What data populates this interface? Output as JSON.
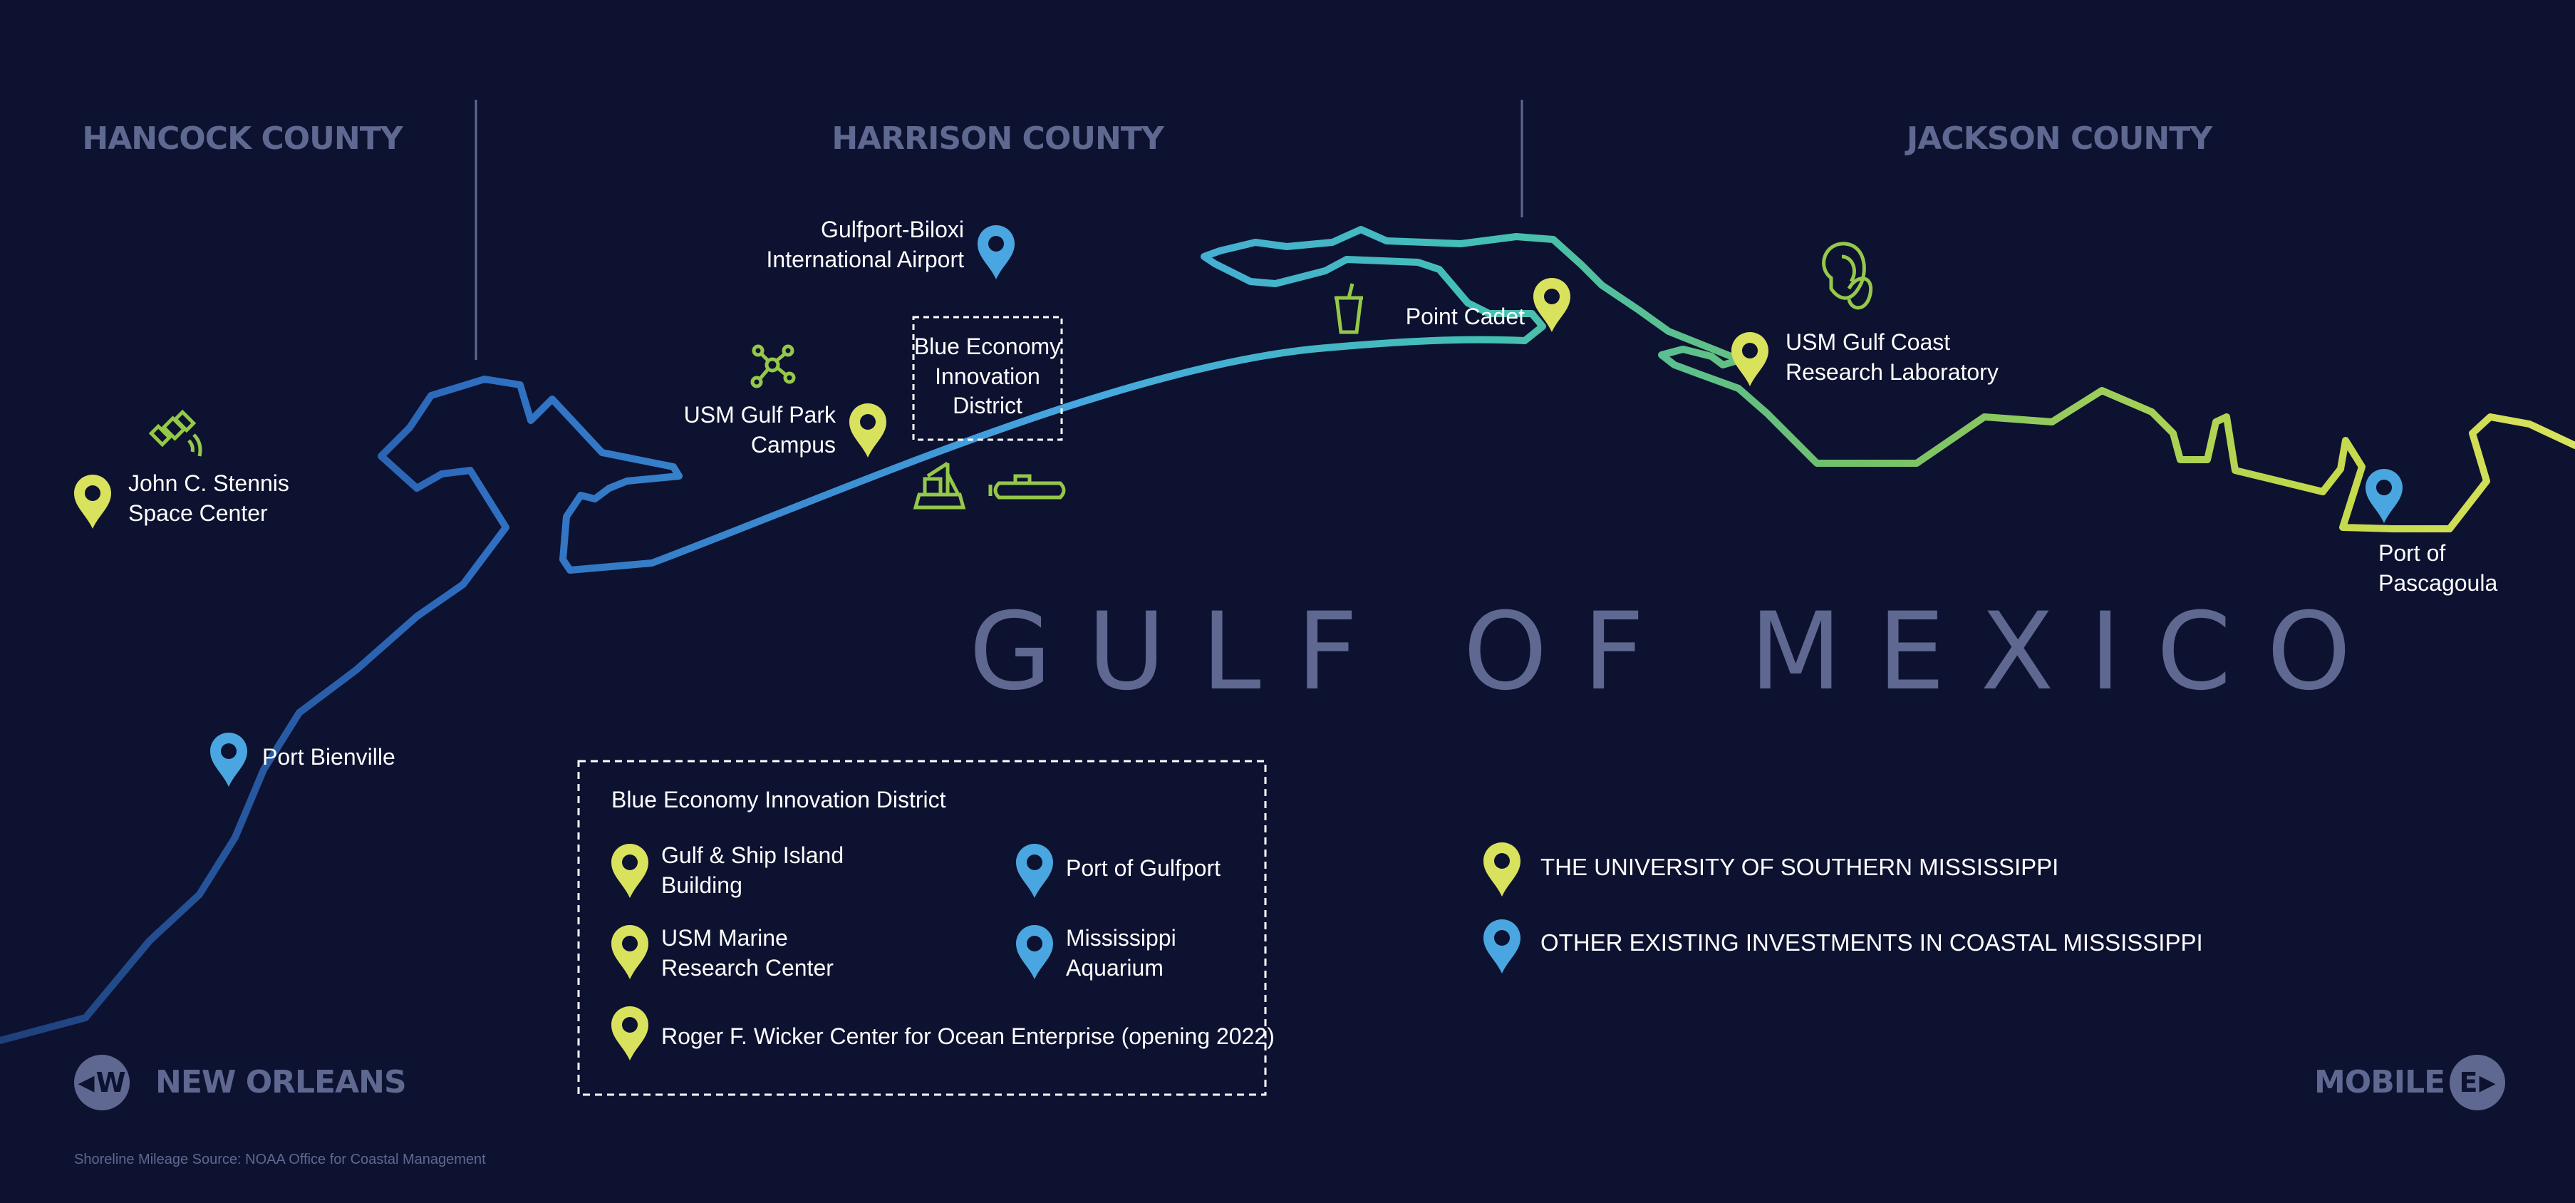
{
  "colors": {
    "background": "#0d1230",
    "usm_pin": "#d9e25c",
    "other_pin": "#4aa6e0",
    "muted_text": "#5f6890",
    "icon_green": "#95c84a"
  },
  "counties": [
    "HANCOCK COUNTY",
    "HARRISON COUNTY",
    "JACKSON COUNTY"
  ],
  "water_label": "GULF OF MEXICO",
  "places": {
    "stennis": [
      "John C. Stennis",
      "Space Center"
    ],
    "port_bienville": "Port Bienville",
    "airport": [
      "Gulfport-Biloxi",
      "International Airport"
    ],
    "gulf_park": [
      "USM Gulf Park",
      "Campus"
    ],
    "blue_economy": [
      "Blue Economy",
      "Innovation",
      "District"
    ],
    "point_cadet": "Point Cadet",
    "gcrl": [
      "USM Gulf Coast",
      "Research Laboratory"
    ],
    "pascagoula": [
      "Port of",
      "Pascagoula"
    ]
  },
  "legend": {
    "title": "Blue Economy Innovation District",
    "items": [
      {
        "lines": [
          "Gulf & Ship Island",
          "Building"
        ],
        "pin": "usm"
      },
      {
        "lines": [
          "USM Marine",
          "Research Center"
        ],
        "pin": "usm"
      },
      {
        "lines": [
          "Roger F. Wicker Center for Ocean Enterprise (opening 2022)"
        ],
        "pin": "usm"
      },
      {
        "lines": [
          "Port of Gulfport"
        ],
        "pin": "other"
      },
      {
        "lines": [
          "Mississippi",
          "Aquarium"
        ],
        "pin": "other"
      }
    ]
  },
  "key": {
    "usm": "THE UNIVERSITY OF SOUTHERN MISSISSIPPI",
    "other": "OTHER EXISTING INVESTMENTS IN COASTAL MISSISSIPPI"
  },
  "directions": {
    "west_label": "NEW ORLEANS",
    "west_badge": "W",
    "east_label": "MOBILE",
    "east_badge": "E"
  },
  "source_note": "Shoreline Mileage Source: NOAA Office for Coastal Management",
  "icons": [
    "satellite-icon",
    "network-icon",
    "beverage-icon",
    "oyster-icon",
    "crane-ship-icon",
    "submarine-icon"
  ]
}
